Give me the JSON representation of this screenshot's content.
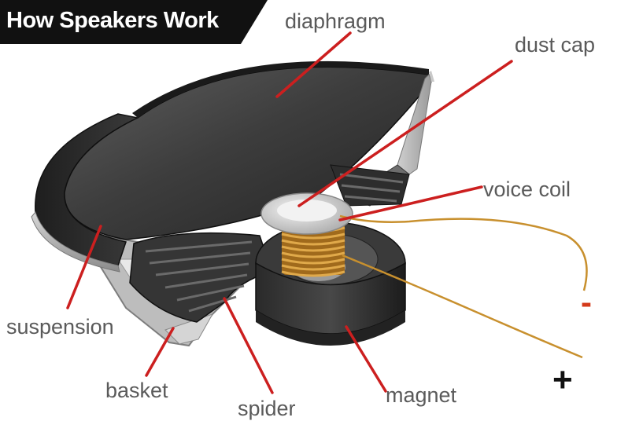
{
  "title": "How Speakers Work",
  "labels": {
    "diaphragm": "diaphragm",
    "dust_cap": "dust cap",
    "voice_coil": "voice coil",
    "suspension": "suspension",
    "basket": "basket",
    "spider": "spider",
    "magnet": "magnet"
  },
  "terminals": {
    "negative": "-",
    "positive": "+"
  },
  "colors": {
    "banner": "#111111",
    "title_text": "#ffffff",
    "label_text": "#5a5a5a",
    "leader_line": "#cc1f1f",
    "negative_sign": "#d43a1a",
    "positive_sign": "#111111",
    "coil_copper": "#c8902e"
  }
}
